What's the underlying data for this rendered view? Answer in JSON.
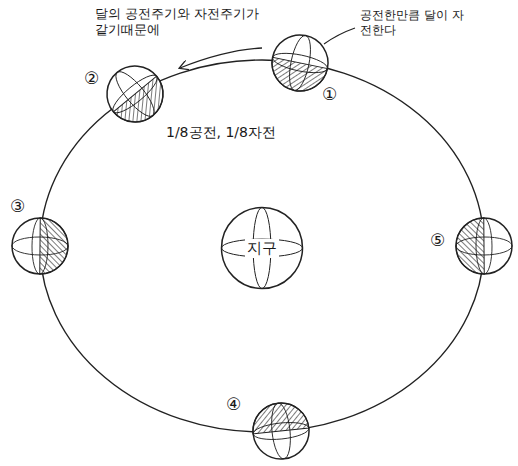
{
  "diagram": {
    "nodes": [
      {
        "text": [
          "지구"
        ]
      }
    ],
    "labels": [
      "달의 공전주기와 자전주기가 같기때문에",
      "공전한만큼 달이 자전한다",
      "①",
      "②",
      "1/8공전, 1/8자전",
      "③",
      "⑤",
      "④"
    ]
  }
}
